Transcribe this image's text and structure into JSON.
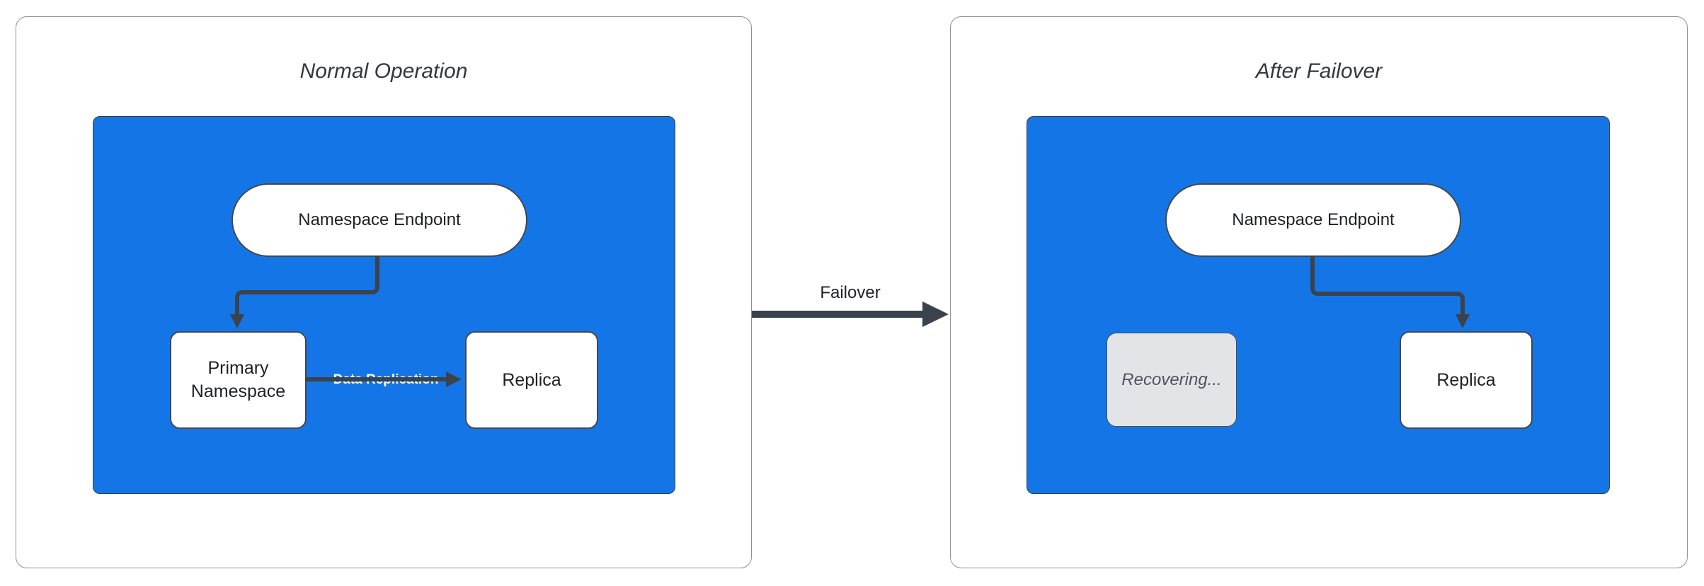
{
  "colors": {
    "blue": "#1476E6",
    "stroke": "#3C424B",
    "node_border": "#43474E",
    "panel_border": "#8F9094",
    "title_text": "#35383D",
    "node_text": "#1F2124",
    "recovering_fill": "#E3E4E7",
    "recovering_border": "#4A4E55",
    "recovering_text": "#4F545E",
    "edge_label_text": "#FFFFFF"
  },
  "panels": [
    {
      "title": "Normal Operation",
      "endpoint": "Namespace Endpoint",
      "nodes": {
        "primary": "Primary Namespace",
        "replica": "Replica"
      },
      "edge_label": "Data Replication"
    },
    {
      "title": "After Failover",
      "endpoint": "Namespace Endpoint",
      "nodes": {
        "recovering": "Recovering...",
        "replica": "Replica"
      }
    }
  ],
  "transition": {
    "label": "Failover"
  }
}
